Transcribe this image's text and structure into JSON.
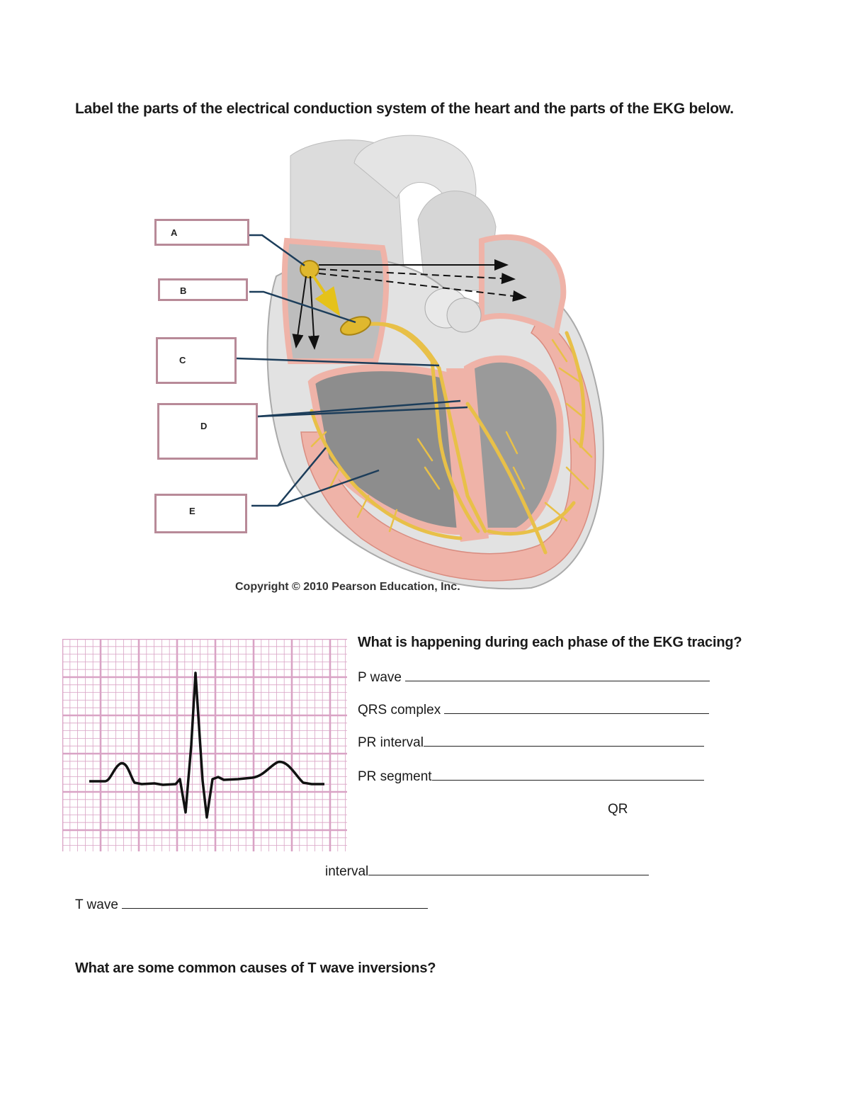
{
  "instructions": "Label the parts of the electrical conduction system of the heart and the parts of the EKG below.",
  "label_boxes": [
    {
      "letter": "A"
    },
    {
      "letter": "B"
    },
    {
      "letter": "C"
    },
    {
      "letter": "D"
    },
    {
      "letter": "E"
    }
  ],
  "figure": {
    "copyright": "Copyright © 2010 Pearson Education, Inc."
  },
  "ekg_question": {
    "heading": "What is happening during each phase of the EKG tracing?",
    "items": [
      {
        "label": "P wave "
      },
      {
        "label": "QRS complex "
      },
      {
        "label": "PR interval"
      },
      {
        "label": "PR segment"
      },
      {
        "label": "QR"
      },
      {
        "label": "interval"
      },
      {
        "label": "T wave "
      }
    ]
  },
  "t_wave_question": "What are some common causes of T wave inversions?",
  "colors": {
    "label_border": "#b88a98",
    "ekg_grid": "#d9a3c5",
    "conduction_fiber": "#e8c048",
    "myocardium": "#efb3a8"
  }
}
